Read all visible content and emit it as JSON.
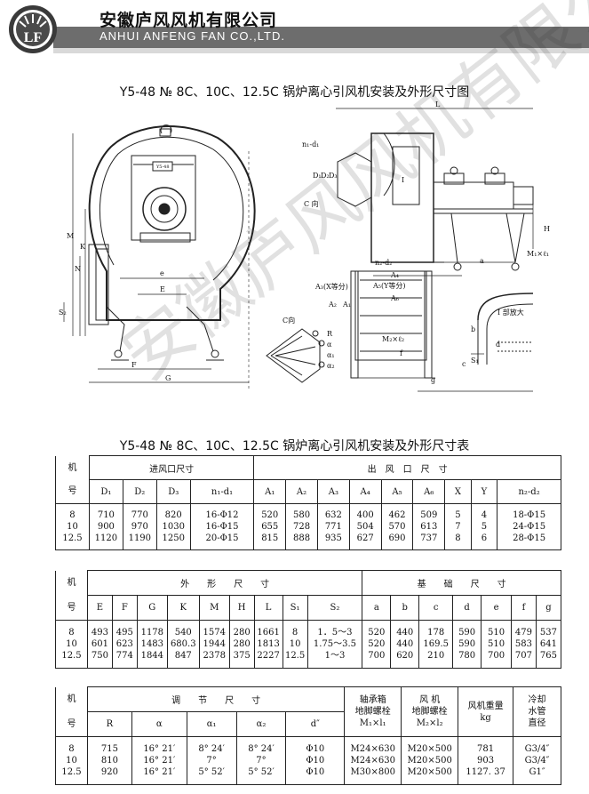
{
  "header": {
    "company_cn": "安徽庐风风机有限公司",
    "company_en": "ANHUI ANFENG FAN CO.,LTD.",
    "logo_text": "LF"
  },
  "drawing": {
    "title": "Y5-48 № 8C、10C、12.5C 锅炉离心引风机安装及外形尺寸图",
    "labels": {
      "M": "M",
      "K": "K",
      "N": "N",
      "E": "E",
      "F": "F",
      "G": "G",
      "e": "e",
      "S2": "S₂",
      "L": "L",
      "n1d1": "n₁-d₁",
      "D1": "D₁",
      "D2": "D₂",
      "D3": "D₃",
      "C_dir": "C 向",
      "I": "I",
      "H": "H",
      "M1l1": "M₁×ℓ₁",
      "a": "a",
      "n2d2": "n₂-d₂",
      "A4": "A₄",
      "A5": "A₅(Y等分)",
      "A6": "A₆",
      "A3": "A₃(X等分)",
      "A2": "A₂",
      "A1": "A₁",
      "M2l2": "M₂×ℓ₂",
      "b": "b",
      "d": "d",
      "c": "c",
      "f": "f",
      "g": "g",
      "C_view": "C向",
      "R": "R",
      "alpha": "α",
      "alpha1": "α₁",
      "alpha2": "α₂",
      "I_detail": "I 部放大",
      "S1": "S₁",
      "nameplate": "Y5-48"
    }
  },
  "table_title": "Y5-48 № 8C、10C、12.5C 锅炉离心引风机安装及外形尺寸表",
  "table1": {
    "machine_top": "机",
    "machine_bottom": "号",
    "group_inlet": "进风口尺寸",
    "group_outlet": "出　风　口　尺　寸",
    "headers": [
      "D₁",
      "D₂",
      "D₃",
      "n₁-d₁",
      "A₁",
      "A₂",
      "A₃",
      "A₄",
      "A₅",
      "A₆",
      "X",
      "Y",
      "n₂-d₂"
    ],
    "rows": [
      [
        "8",
        "710",
        "770",
        "820",
        "16-Φ12",
        "520",
        "580",
        "632",
        "400",
        "462",
        "509",
        "5",
        "4",
        "18-Φ15"
      ],
      [
        "10",
        "900",
        "970",
        "1030",
        "16-Φ15",
        "655",
        "728",
        "771",
        "504",
        "570",
        "613",
        "7",
        "5",
        "24-Φ15"
      ],
      [
        "12.5",
        "1120",
        "1190",
        "1250",
        "20-Φ15",
        "815",
        "888",
        "935",
        "627",
        "690",
        "737",
        "8",
        "6",
        "28-Φ15"
      ]
    ]
  },
  "table2": {
    "machine_top": "机",
    "machine_bottom": "号",
    "group_outline": "外　　形　　尺　　寸",
    "group_base": "基　　础　　尺　　寸",
    "headers": [
      "E",
      "F",
      "G",
      "K",
      "M",
      "H",
      "L",
      "S₁",
      "S₂",
      "a",
      "b",
      "c",
      "d",
      "e",
      "f",
      "g"
    ],
    "rows": [
      [
        "8",
        "493",
        "495",
        "1178",
        "540",
        "1574",
        "280",
        "1661",
        "8",
        "1．5～3",
        "520",
        "440",
        "178",
        "590",
        "510",
        "479",
        "537"
      ],
      [
        "10",
        "601",
        "623",
        "1483",
        "680.3",
        "1944",
        "280",
        "1813",
        "10",
        "1.75～3.5",
        "520",
        "440",
        "169.5",
        "590",
        "510",
        "583",
        "641"
      ],
      [
        "12.5",
        "750",
        "774",
        "1844",
        "847",
        "2378",
        "375",
        "2227",
        "12.5",
        "1～3",
        "700",
        "620",
        "210",
        "780",
        "700",
        "707",
        "765"
      ]
    ]
  },
  "table3": {
    "machine_top": "机",
    "machine_bottom": "号",
    "group_adjust": "调　　节　　尺　　寸",
    "bearing_bolt": [
      "轴承箱",
      "地脚螺栓",
      "M₁×l₁"
    ],
    "fan_bolt": [
      "风 机",
      "地脚螺栓",
      "M₂×l₂"
    ],
    "weight": [
      "风机重量",
      "kg"
    ],
    "cooling": [
      "冷却",
      "水管",
      "直径"
    ],
    "headers": [
      "R",
      "α",
      "α₁",
      "α₂",
      "d″"
    ],
    "rows": [
      [
        "8",
        "715",
        "16° 21′",
        "8° 24′",
        "8° 24′",
        "Φ10",
        "M24×630",
        "M20×500",
        "781",
        "G3/4″"
      ],
      [
        "10",
        "810",
        "16° 21′",
        "7°",
        "7°",
        "Φ10",
        "M24×630",
        "M20×500",
        "903",
        "G3/4″"
      ],
      [
        "12.5",
        "920",
        "16° 21′",
        "5° 52′",
        "5° 52′",
        "Φ10",
        "M30×800",
        "M20×500",
        "1127. 37",
        "G1″"
      ]
    ]
  },
  "watermark": "安徽庐风风机有限公司"
}
